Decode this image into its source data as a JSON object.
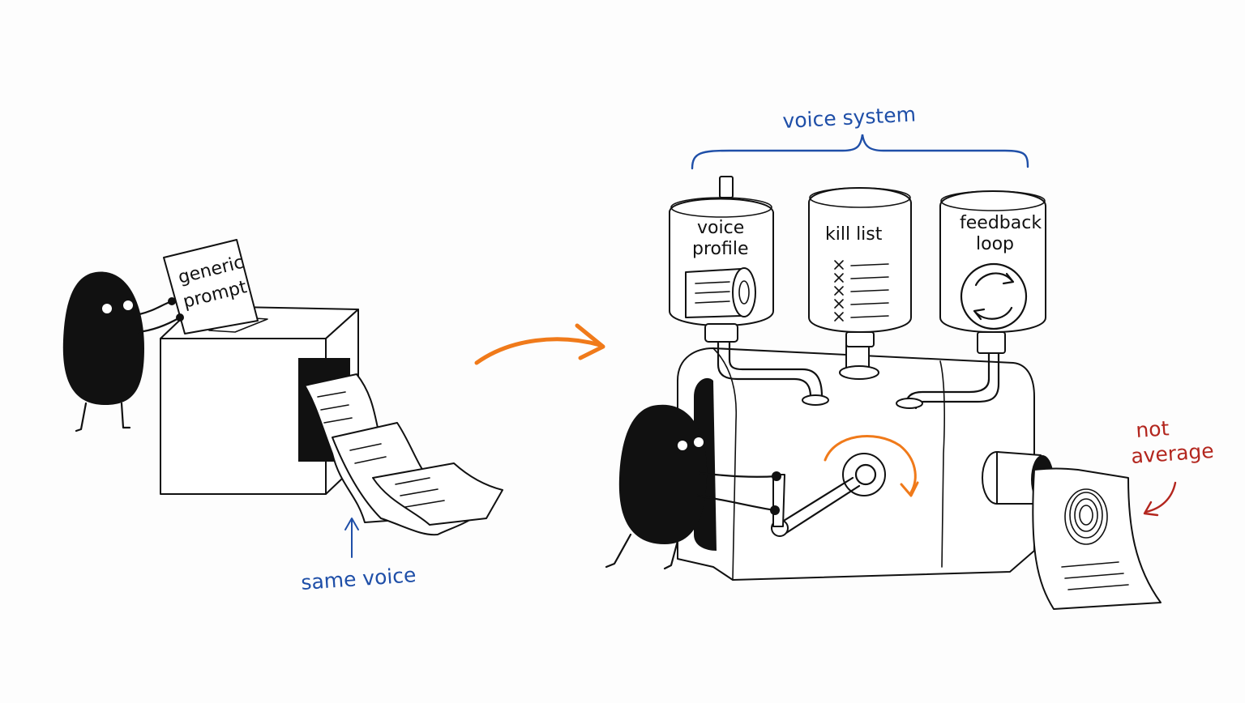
{
  "colors": {
    "ink": "#111111",
    "blue": "#1f4fa8",
    "orange": "#f07a1a",
    "red": "#b3261e",
    "background": "#fdfdfd"
  },
  "left": {
    "prompt_line1": "generic",
    "prompt_line2": "prompt",
    "output_label": "same voice"
  },
  "right": {
    "system_label": "voice system",
    "canister1_line1": "voice",
    "canister1_line2": "profile",
    "canister2_label": "kill list",
    "canister3_line1": "feedback",
    "canister3_line2": "loop",
    "output_line1": "not",
    "output_line2": "average"
  },
  "icons": [
    "character-blob",
    "printer-box",
    "paper-stack",
    "scroll-icon",
    "x-checklist-icon",
    "cycle-arrows-icon",
    "crank-handle",
    "fingerprint-icon"
  ]
}
